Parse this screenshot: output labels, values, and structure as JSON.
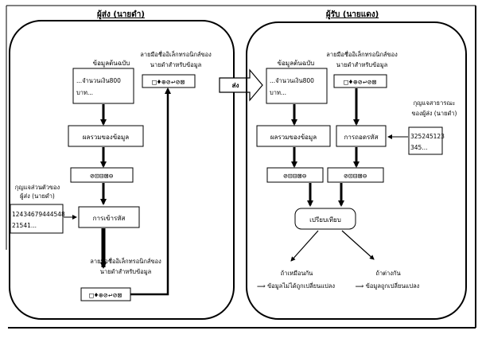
{
  "sender": {
    "title": "ผู้ส่ง (นายดำ)",
    "message_title": "ข้อมูลต้นฉบับ",
    "message_text": [
      "...จำนวนเงิน800",
      "บาท..."
    ],
    "hash_box": "ผลรวมของข้อมูล",
    "digest": "⊘⊡⊟⊠⊖",
    "private_key_label": [
      "กุญแจส่วนตัวของ",
      "ผู้ส่ง (นายดำ)"
    ],
    "private_key_value": [
      "12434679444548",
      "21541..."
    ],
    "encrypt_box": "การเข้ารหัส",
    "signature_label": [
      "ลายมือชื่ออิเล็กทรอนิกส์ของ",
      "นายดำสำหรับข้อมูล"
    ],
    "signature_value": "□♦⊕⊘↩⊘⊠",
    "signature_top_label": [
      "ลายมือชื่ออิเล็กทรอนิกส์ของ",
      "นายดำสำหรับข้อมูล"
    ],
    "signature_top_value": "□♦⊕⊘↩⊘⊠"
  },
  "send_label": "ส่ง",
  "receiver": {
    "title": "ผู้รับ (นายแดง)",
    "message_title": "ข้อมูลต้นฉบับ",
    "message_text": [
      "...จำนวนเงิน800",
      "บาท..."
    ],
    "signature_label": [
      "ลายมือชื่ออิเล็กทรอนิกส์ของ",
      "นายดำสำหรับข้อมูล"
    ],
    "signature_value": "□♦⊕⊘↩⊘⊠",
    "hash_box": "ผลรวมของข้อมูล",
    "decrypt_box": "การถอดรหัส",
    "public_key_label": [
      "กุญแจสาธารณะ",
      "ของผู้ส่ง (นายดำ)"
    ],
    "public_key_value": [
      "325245123",
      "345..."
    ],
    "digest_left": "⊘⊡⊟⊠⊖",
    "digest_right": "⊘⊡⊟⊠⊖",
    "compare_box": "เปรียบเทียบ",
    "result_same": [
      "ถ้าเหมือนกัน",
      "⟹ ข้อมูลไม่ได้ถูกเปลี่ยนแปลง"
    ],
    "result_diff": [
      "ถ้าต่างกัน",
      "⟹ ข้อมูลถูกเปลี่ยนแปลง"
    ]
  }
}
